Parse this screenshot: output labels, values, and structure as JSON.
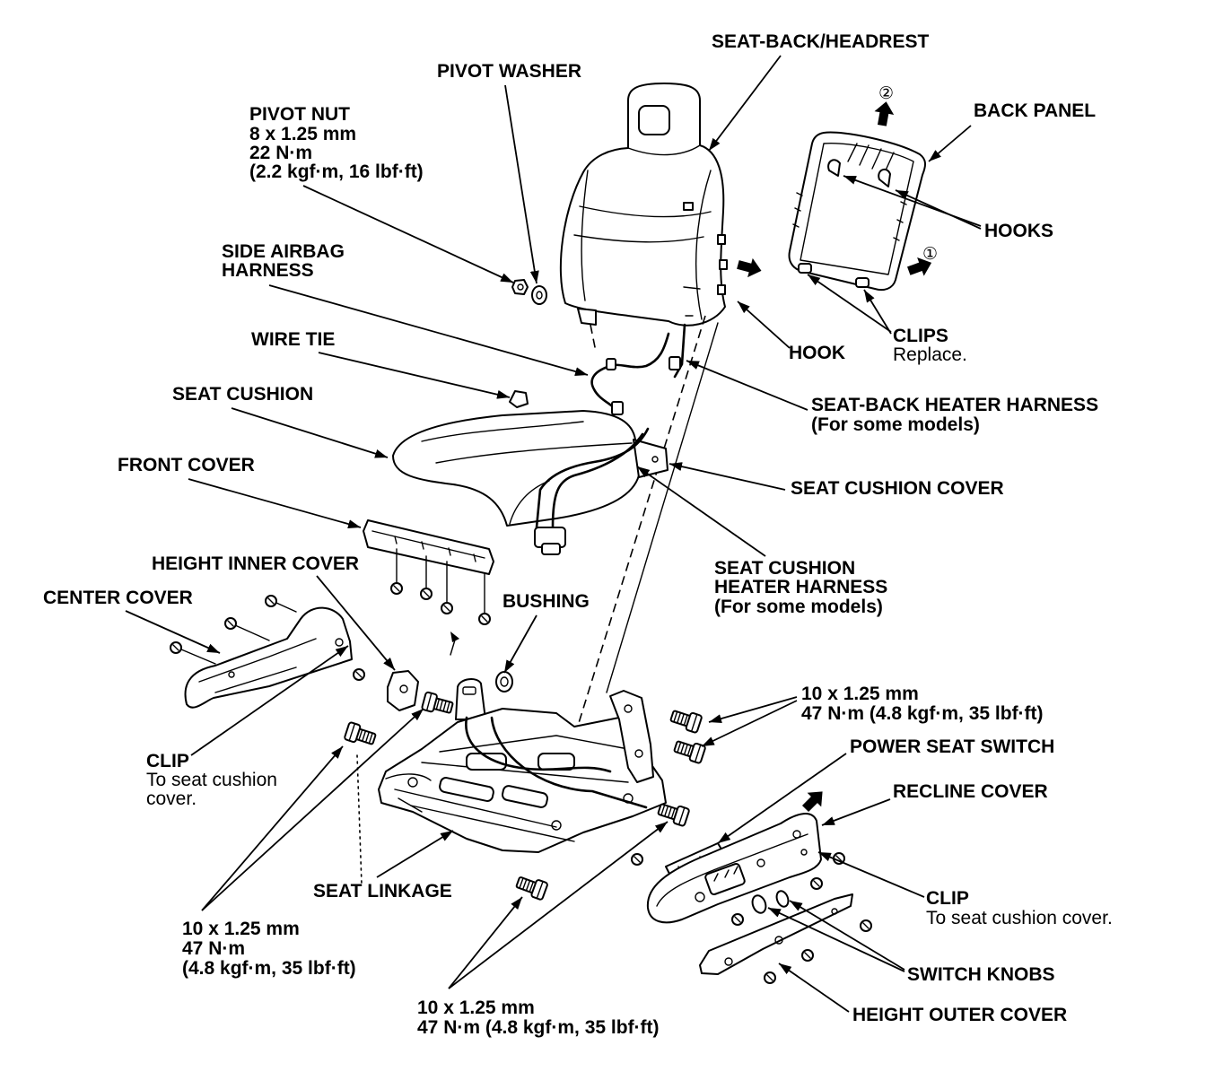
{
  "labels": {
    "seat_back_headrest": [
      "SEAT-BACK/HEADREST"
    ],
    "pivot_washer": [
      "PIVOT WASHER"
    ],
    "pivot_nut": [
      "PIVOT NUT",
      "8 x 1.25 mm",
      "22 N·m",
      "(2.2 kgf·m, 16 lbf·ft)"
    ],
    "back_panel": [
      "BACK PANEL"
    ],
    "hooks": [
      "HOOKS"
    ],
    "side_airbag_harness": [
      "SIDE AIRBAG",
      "HARNESS"
    ],
    "wire_tie": [
      "WIRE TIE"
    ],
    "hook": [
      "HOOK"
    ],
    "clips": {
      "name": "CLIPS",
      "note": "Replace."
    },
    "seat_cushion": [
      "SEAT CUSHION"
    ],
    "seat_back_heater_harness": [
      "SEAT-BACK HEATER HARNESS",
      "(For some models)"
    ],
    "front_cover": [
      "FRONT COVER"
    ],
    "seat_cushion_cover": [
      "SEAT CUSHION COVER"
    ],
    "height_inner_cover": [
      "HEIGHT INNER COVER"
    ],
    "seat_cushion_heater_harness": [
      "SEAT CUSHION",
      "HEATER HARNESS",
      "(For some models)"
    ],
    "center_cover": [
      "CENTER COVER"
    ],
    "bushing": [
      "BUSHING"
    ],
    "recline_bolts_torque": [
      "10 x 1.25 mm",
      "47 N·m (4.8 kgf·m, 35 lbf·ft)"
    ],
    "power_seat_switch": [
      "POWER SEAT SWITCH"
    ],
    "clip_center_cover": {
      "name": "CLIP",
      "note": [
        "To seat cushion",
        "cover."
      ]
    },
    "recline_cover": [
      "RECLINE COVER"
    ],
    "seat_linkage": [
      "SEAT LINKAGE"
    ],
    "clip_recline_cover": {
      "name": "CLIP",
      "note": "To seat cushion cover."
    },
    "front_bolts_torque": [
      "10 x 1.25 mm",
      "47 N·m",
      "(4.8 kgf·m, 35 lbf·ft)"
    ],
    "switch_knobs": [
      "SWITCH KNOBS"
    ],
    "rear_bolts_torque": [
      "10 x 1.25 mm",
      "47 N·m (4.8 kgf·m, 35 lbf·ft)"
    ],
    "height_outer_cover": [
      "HEIGHT OUTER COVER"
    ]
  },
  "step_markers": {
    "step_1": "①",
    "step_2": "②"
  },
  "colors": {
    "ink": "#000000",
    "paper": "#ffffff"
  }
}
